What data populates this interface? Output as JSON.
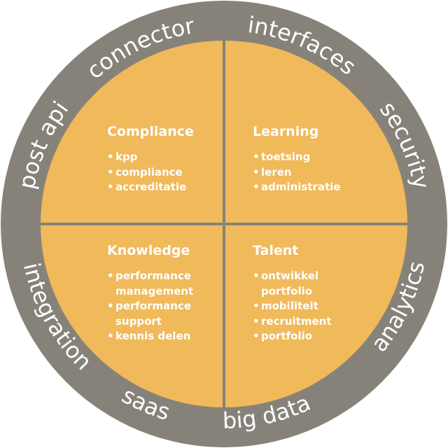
{
  "colors": {
    "ring": "#878279",
    "quadrant": "#f0b95a",
    "divider": "#ffffff",
    "text": "#ffffff"
  },
  "ring_labels": [
    "connector",
    "interfaces",
    "security",
    "analytics",
    "big data",
    "saas",
    "integration",
    "post api"
  ],
  "quadrants": {
    "compliance": {
      "title": "Compliance",
      "items": [
        "kpp",
        "compliance",
        "accreditatie"
      ]
    },
    "learning": {
      "title": "Learning",
      "items": [
        "toetsing",
        "leren",
        "administratie"
      ]
    },
    "knowledge": {
      "title": "Knowledge",
      "items": [
        "performance management",
        "performance support",
        "kennis delen"
      ]
    },
    "talent": {
      "title": "Talent",
      "items": [
        "ontwikkel portfolio",
        "mobiliteit",
        "recruitment",
        "portfolio"
      ]
    }
  }
}
